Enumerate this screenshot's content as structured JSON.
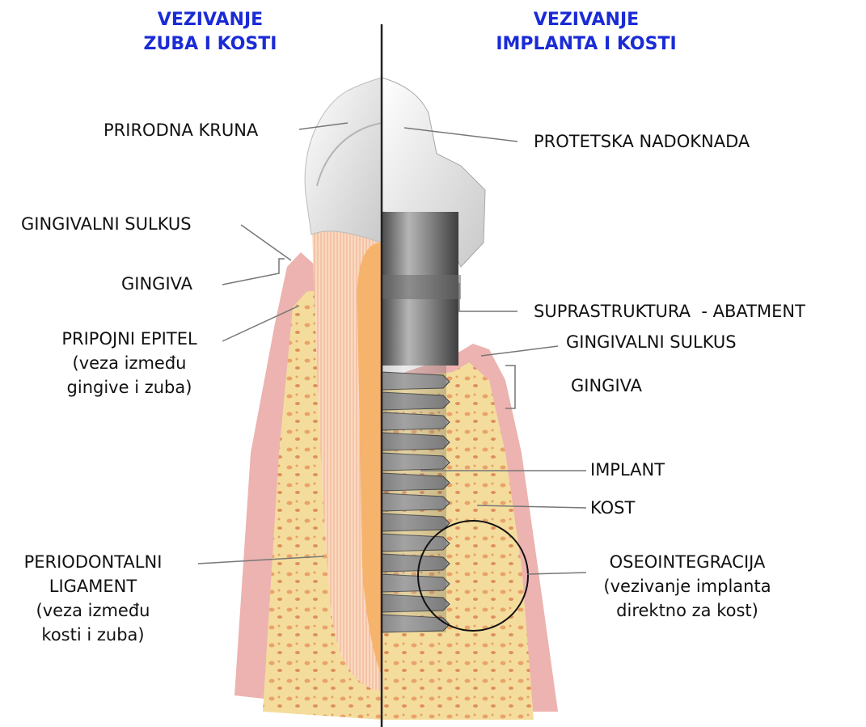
{
  "colors": {
    "header": "#1a2bd6",
    "bone": "#f2d58a",
    "gingiva": "#e8a0a0",
    "crown": "#ececec",
    "implant": "#7a7a7a",
    "divider": "#222222"
  },
  "headers": {
    "left": [
      "VEZIVANJE",
      "ZUBA I KOSTI"
    ],
    "right": [
      "VEZIVANJE",
      "IMPLANTA I KOSTI"
    ]
  },
  "labels": {
    "prirodna_kruna": "PRIRODNA KRUNA",
    "gingivalni_sulkus_left": "GINGIVALNI SULKUS",
    "gingiva_left": "GINGIVA",
    "pripojni_epitel": [
      "PRIPOJNI EPITEL",
      "(veza između",
      "gingive i zuba)"
    ],
    "periodontalni": [
      "PERIODONTALNI",
      "LIGAMENT",
      "(veza između",
      "kosti i zuba)"
    ],
    "protetska": "PROTETSKA NADOKNADA",
    "suprastruktura": "SUPRASTRUKTURA  - ABATMENT",
    "gingivalni_sulkus_right": "GINGIVALNI SULKUS",
    "gingiva_right": "GINGIVA",
    "implant": "IMPLANT",
    "kost": "KOST",
    "oseointegracija": [
      "OSEOINTEGRACIJA",
      "(vezivanje implanta",
      "direktno za kost)"
    ]
  }
}
